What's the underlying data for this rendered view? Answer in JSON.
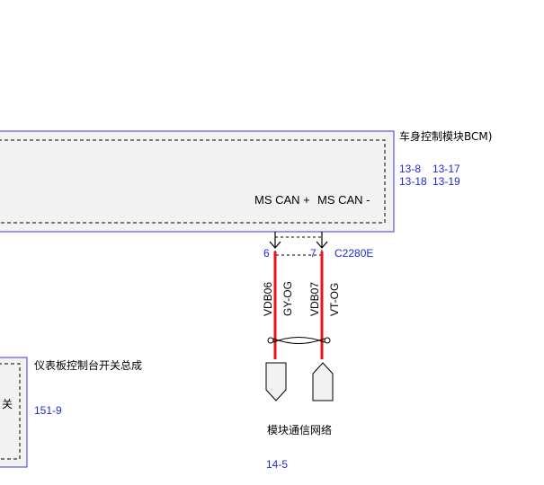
{
  "colors": {
    "module_border": "#3a3ad4",
    "module_fill": "#f2f2f2",
    "wire": "#e8141e",
    "ref_text": "#1f2bd6",
    "line": "#000000"
  },
  "bcm": {
    "title": "车身控制模块BCM)",
    "refs": [
      "13-8",
      "13-17",
      "13-18",
      "13-19"
    ],
    "signal_plus": "MS CAN +",
    "signal_minus": "MS CAN -"
  },
  "connector": {
    "name": "C2280E",
    "pin_left": "6",
    "pin_right": "7"
  },
  "wires": [
    {
      "circuit": "VDB06",
      "color_code": "GY-OG"
    },
    {
      "circuit": "VDB07",
      "color_code": "VT-OG"
    }
  ],
  "network": {
    "label": "模块通信网络",
    "ref": "14-5"
  },
  "panel": {
    "title": "仪表板控制台开关总成",
    "ref": "151-9",
    "inner_text": "关"
  }
}
